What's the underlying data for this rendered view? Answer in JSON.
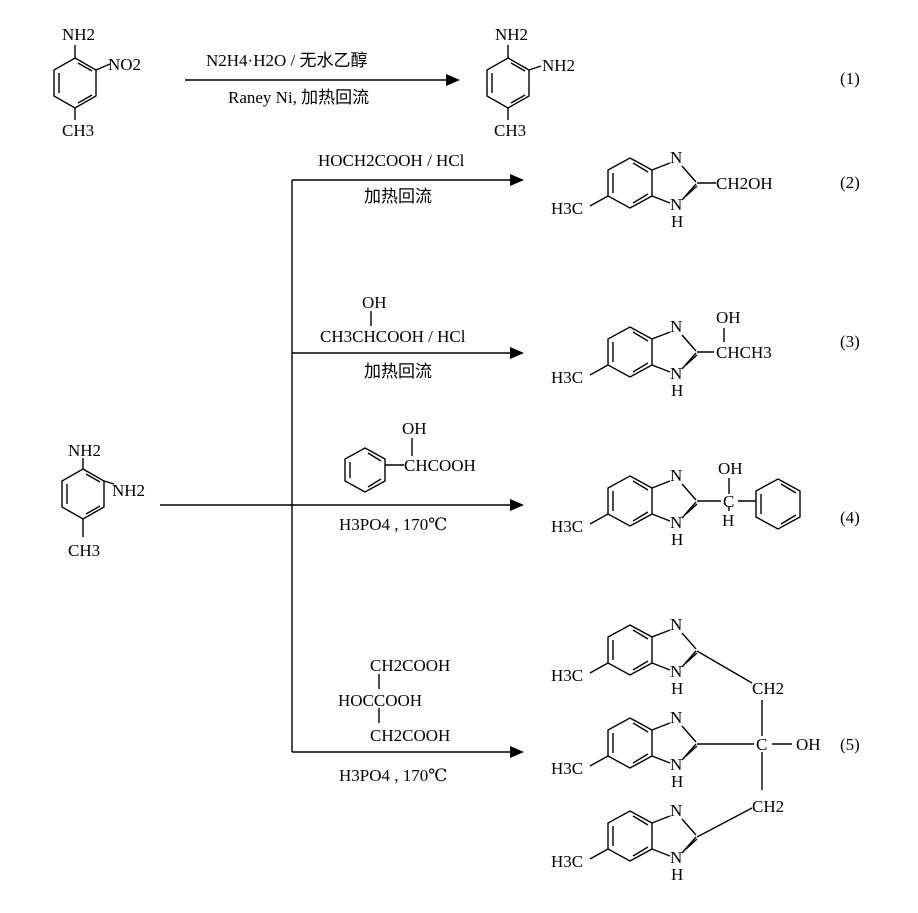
{
  "reactions": [
    {
      "number": "(1)",
      "reactant": {
        "top": "NH2",
        "side": "NO2",
        "bottom": "CH3"
      },
      "conditions_above": "N2H4·H2O / 无水乙醇",
      "conditions_below": "Raney Ni, 加热回流",
      "product": {
        "top": "NH2",
        "side": "NH2",
        "bottom": "CH3"
      }
    },
    {
      "number": "(2)",
      "conditions_above": "HOCH2COOH / HCl",
      "conditions_below": "加热回流",
      "product": {
        "left": "H3C",
        "n": "N",
        "nh": "N",
        "h": "H",
        "substituent": "CH2OH"
      }
    },
    {
      "number": "(3)",
      "conditions_above_1": "OH",
      "conditions_above_2": "CH3CHCOOH / HCl",
      "conditions_below": "加热回流",
      "product": {
        "left": "H3C",
        "n": "N",
        "nh": "N",
        "h": "H",
        "oh": "OH",
        "substituent": "CHCH3"
      }
    },
    {
      "number": "(4)",
      "conditions_above_1": "OH",
      "conditions_above_2": "CHCOOH",
      "conditions_below": "H3PO4 , 170℃",
      "product": {
        "left": "H3C",
        "n": "N",
        "nh": "N",
        "h": "H",
        "oh": "OH",
        "ch": "C",
        "chh": "H"
      }
    },
    {
      "number": "(5)",
      "conditions_above_1": "CH2COOH",
      "conditions_above_2": "HOCCOOH",
      "conditions_above_3": "CH2COOH",
      "conditions_below": "H3PO4 , 170℃",
      "product": {
        "left": "H3C",
        "n": "N",
        "nh": "N",
        "h": "H",
        "ch2": "CH2",
        "c": "C",
        "oh": "OH"
      }
    }
  ],
  "start_material": {
    "top": "NH2",
    "side": "NH2",
    "bottom": "CH3"
  }
}
